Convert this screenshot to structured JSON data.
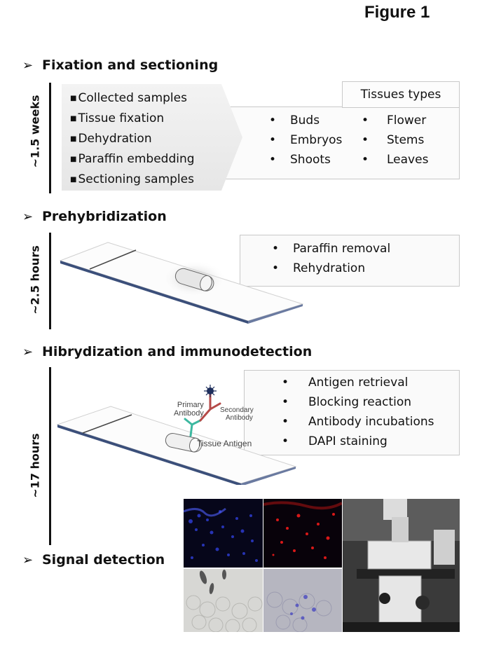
{
  "figure_title": "Figure 1",
  "bullet_glyph": "•",
  "arrow_glyph": "➢",
  "square_glyph": "■",
  "sections": {
    "fixation": {
      "heading": "Fixation and sectioning",
      "duration": "~1.5 weeks",
      "steps": [
        "Collected samples",
        "Tissue fixation",
        "Dehydration",
        "Paraffin embedding",
        "Sectioning samples"
      ],
      "tissues_title": "Tissues types",
      "tissues_left": [
        "Buds",
        "Embryos",
        "Shoots"
      ],
      "tissues_right": [
        "Flower",
        "Stems",
        "Leaves"
      ]
    },
    "prehyb": {
      "heading": "Prehybridization",
      "duration": "~2.5 hours",
      "steps": [
        "Paraffin removal",
        "Rehydration"
      ]
    },
    "hyb": {
      "heading": "Hibrydization and immunodetection",
      "duration": "~17 hours",
      "steps": [
        "Antigen retrieval",
        "Blocking reaction",
        "Antibody incubations",
        "DAPI staining"
      ],
      "labels": {
        "primary_line1": "Primary",
        "primary_line2": "Antibody",
        "secondary_line1": "Secondary",
        "secondary_line2": "Antibody",
        "tissue_antigen": "Tissue Antigen"
      }
    },
    "signal": {
      "heading": "Signal detection"
    }
  },
  "colors": {
    "slide_edge": "#3b4f7a",
    "dapi_blue": "#2d3bd0",
    "signal_red": "#d81818",
    "primary_antibody": "#3cb8a0",
    "secondary_antibody": "#b54a48",
    "fluorophore": "#1f2f5c"
  }
}
